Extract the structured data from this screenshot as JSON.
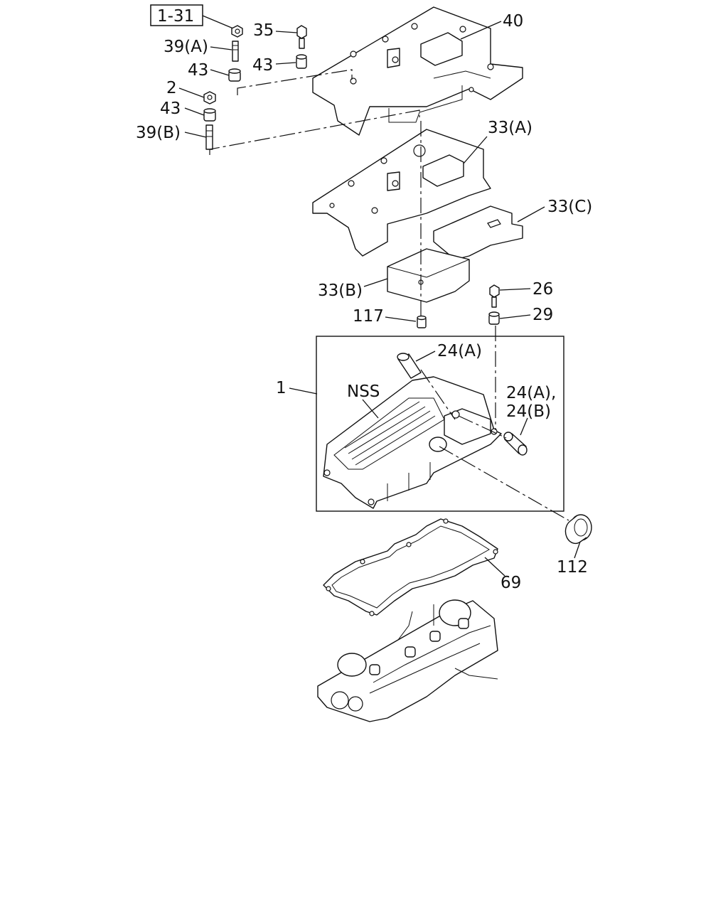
{
  "reference_box": "1-31",
  "callouts": {
    "p35": "35",
    "p40": "40",
    "p39a": "39(A)",
    "p43_top": "43",
    "p43_left": "43",
    "p2": "2",
    "p43_mid": "43",
    "p39b": "39(B)",
    "p33a": "33(A)",
    "p33c": "33(C)",
    "p33b": "33(B)",
    "p26": "26",
    "p117": "117",
    "p29": "29",
    "p24a": "24(A)",
    "p1": "1",
    "nss": "NSS",
    "p24ab_1": "24(A),",
    "p24ab_2": "24(B)",
    "p112": "112",
    "p69": "69"
  }
}
